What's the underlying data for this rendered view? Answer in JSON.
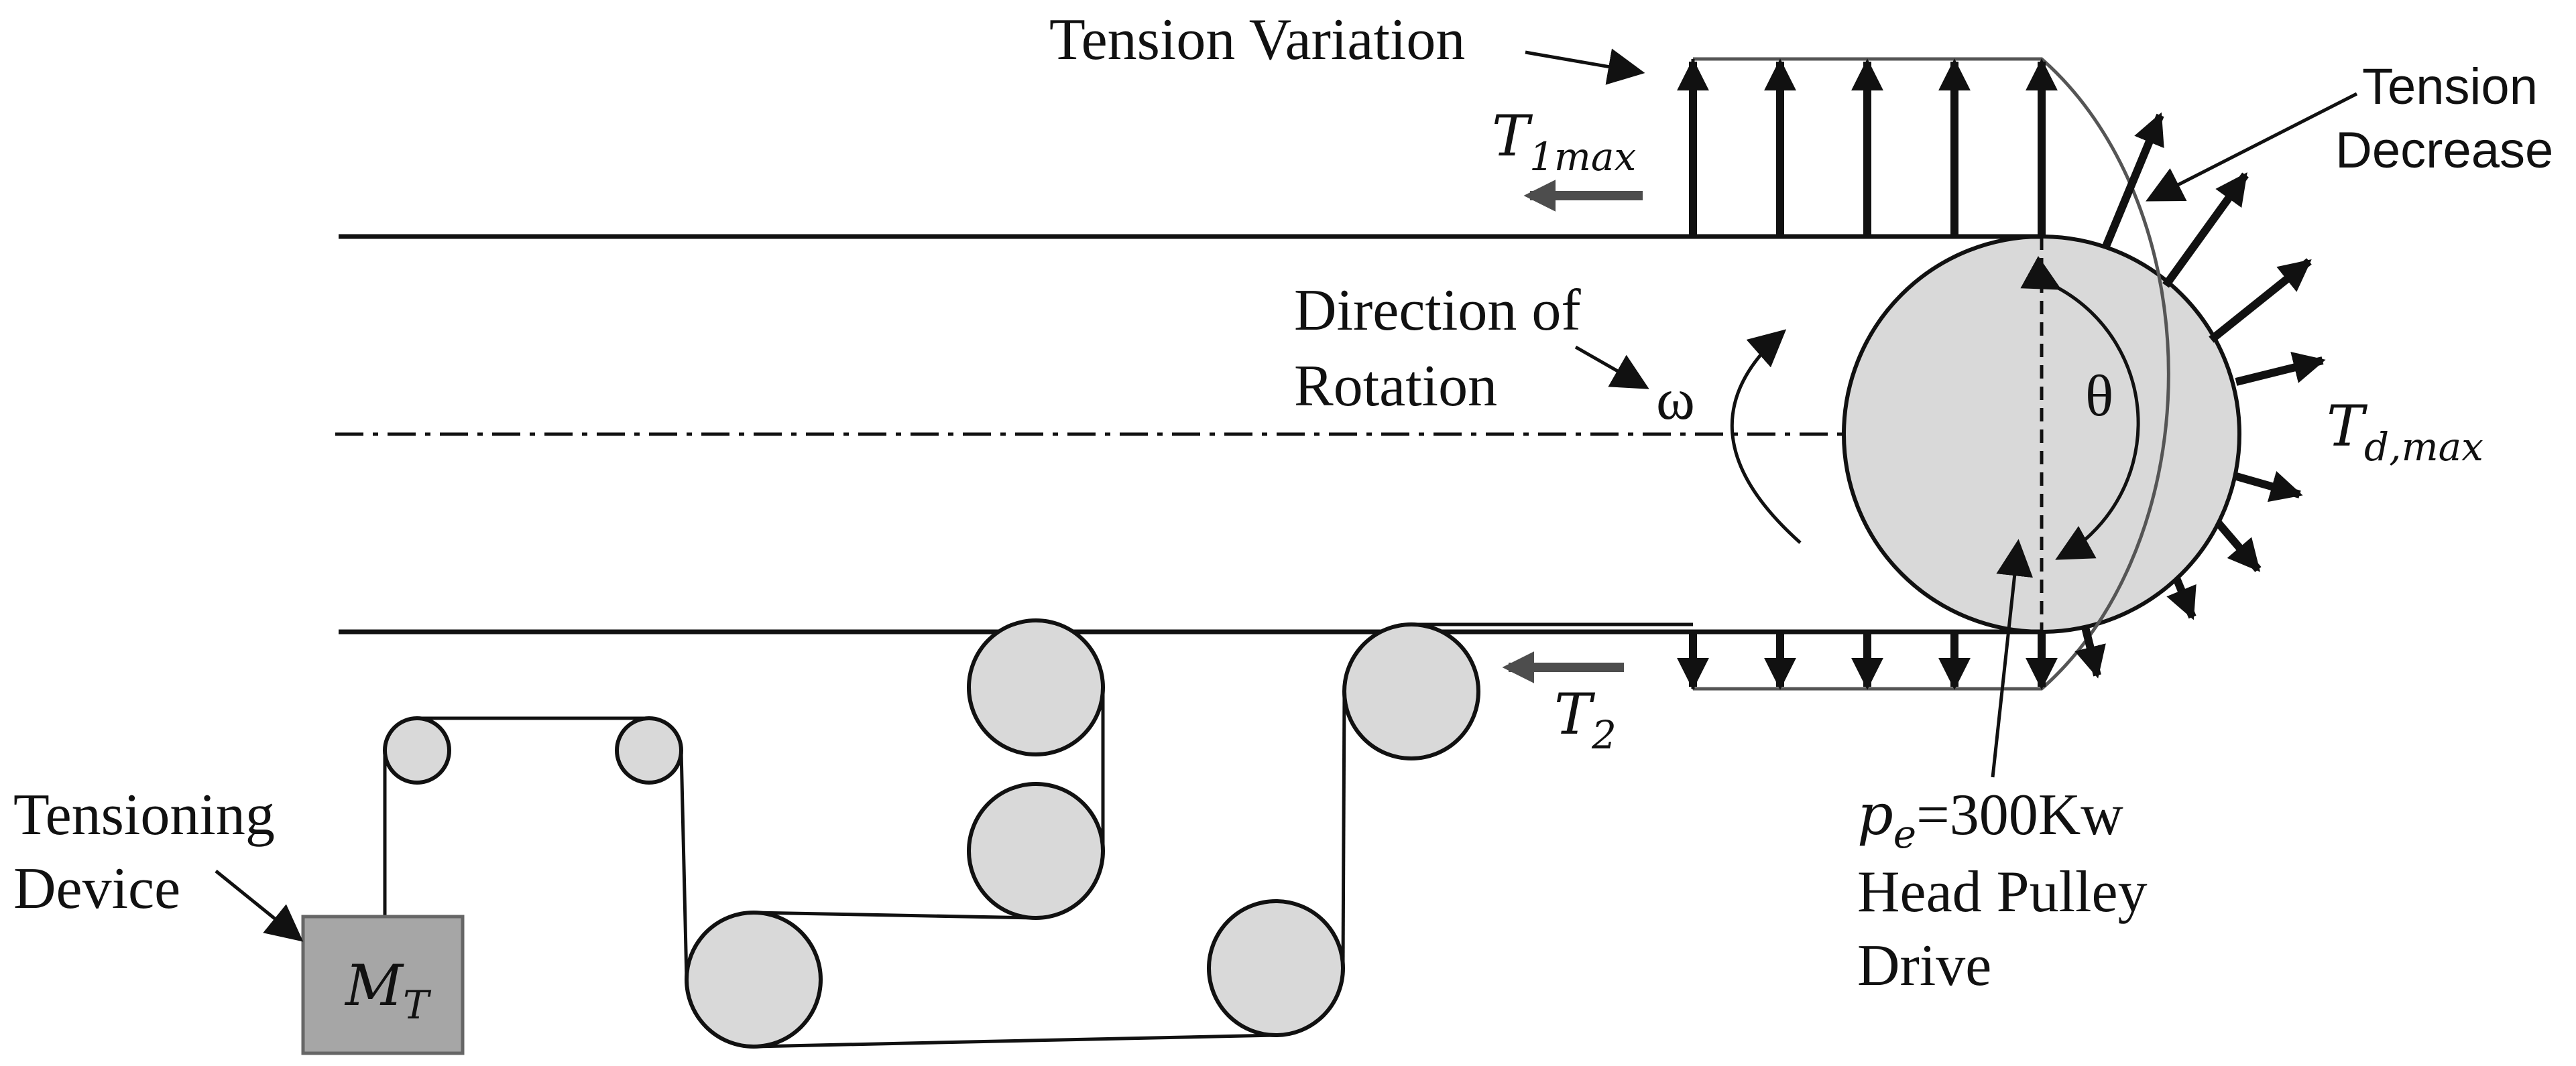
{
  "labels": {
    "tension_variation": "Tension Variation",
    "tension_decrease_line1": "Tension",
    "tension_decrease_line2": "Decrease",
    "direction_line1": "Direction of",
    "direction_line2": "Rotation",
    "omega": "ω",
    "theta": "θ",
    "t1max_main": "T",
    "t1max_sub": "1max",
    "t2_main": "T",
    "t2_sub": "2",
    "tdmax_main": "T",
    "tdmax_sub": "d,max",
    "tensioning_line1": "Tensioning",
    "tensioning_line2": "Device",
    "mass_main": "M",
    "mass_sub": "T",
    "pe_main": "p",
    "pe_sub": "e",
    "pe_value": "=300Kw",
    "head_pulley_line1": "Head Pulley",
    "head_pulley_line2": "Drive"
  },
  "colors": {
    "roller_fill": "#d9d9d9",
    "mass_fill": "#a6a6a6",
    "line": "#111111",
    "gray_arrow": "#4d4d4d"
  }
}
